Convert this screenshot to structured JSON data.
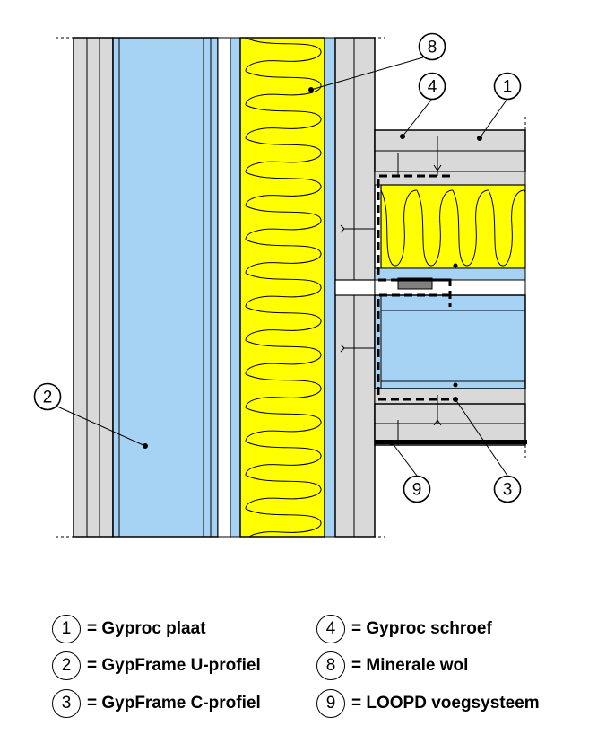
{
  "callouts": [
    "1",
    "2",
    "3",
    "4",
    "8",
    "9"
  ],
  "legend": [
    {
      "num": "1",
      "text": "= Gyproc plaat"
    },
    {
      "num": "2",
      "text": "= GypFrame U-profiel"
    },
    {
      "num": "3",
      "text": "= GypFrame C-profiel"
    },
    {
      "num": "4",
      "text": "= Gyproc schroef"
    },
    {
      "num": "8",
      "text": "= Minerale wol"
    },
    {
      "num": "9",
      "text": "= LOOPD voegsysteem"
    }
  ],
  "colors": {
    "board": "#d9d9d9",
    "profile": "#a6d2f3",
    "wool": "#ffff00",
    "line": "#000000"
  }
}
